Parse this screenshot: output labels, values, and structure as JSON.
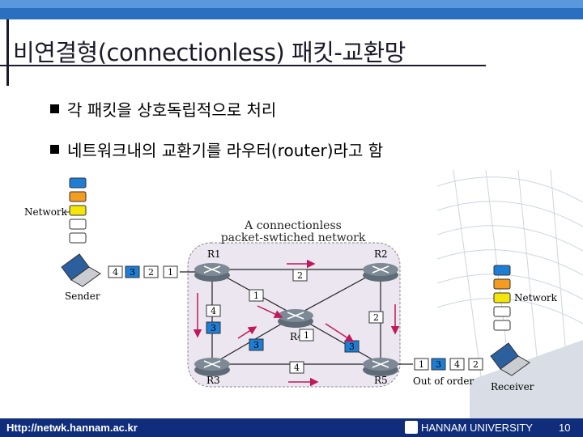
{
  "title": "비연결형(connectionless) 패킷-교환망",
  "bullets": [
    "각 패킷을 상호독립적으로 처리",
    "네트워크내의 교환기를 라우터(router)라고 함"
  ],
  "diagram": {
    "heading_line1": "A connectionless",
    "heading_line2": "packet-swtiched network",
    "network_left": "Network",
    "network_right": "Network",
    "sender": "Sender",
    "receiver": "Receiver",
    "out_of_order": "Out of order",
    "routers": [
      "R1",
      "R2",
      "R3",
      "R4",
      "R5"
    ],
    "sender_packets": [
      "4",
      "3",
      "2",
      "1"
    ],
    "receiver_packets": [
      "1",
      "3",
      "4",
      "2"
    ],
    "transit_packets": [
      "2",
      "1",
      "4",
      "3",
      "2",
      "3",
      "1",
      "3",
      "4"
    ],
    "colors": {
      "blue": "#1e7ed6",
      "orange": "#f39c1f",
      "yellow": "#f5e60a",
      "router": "#7d8a96",
      "cloud": "#ebe6f0",
      "arrow": "#c0185a"
    }
  },
  "footer": {
    "url": "Http://netwk.hannam.ac.kr",
    "university": "HANNAM UNIVERSITY",
    "page": "10"
  }
}
